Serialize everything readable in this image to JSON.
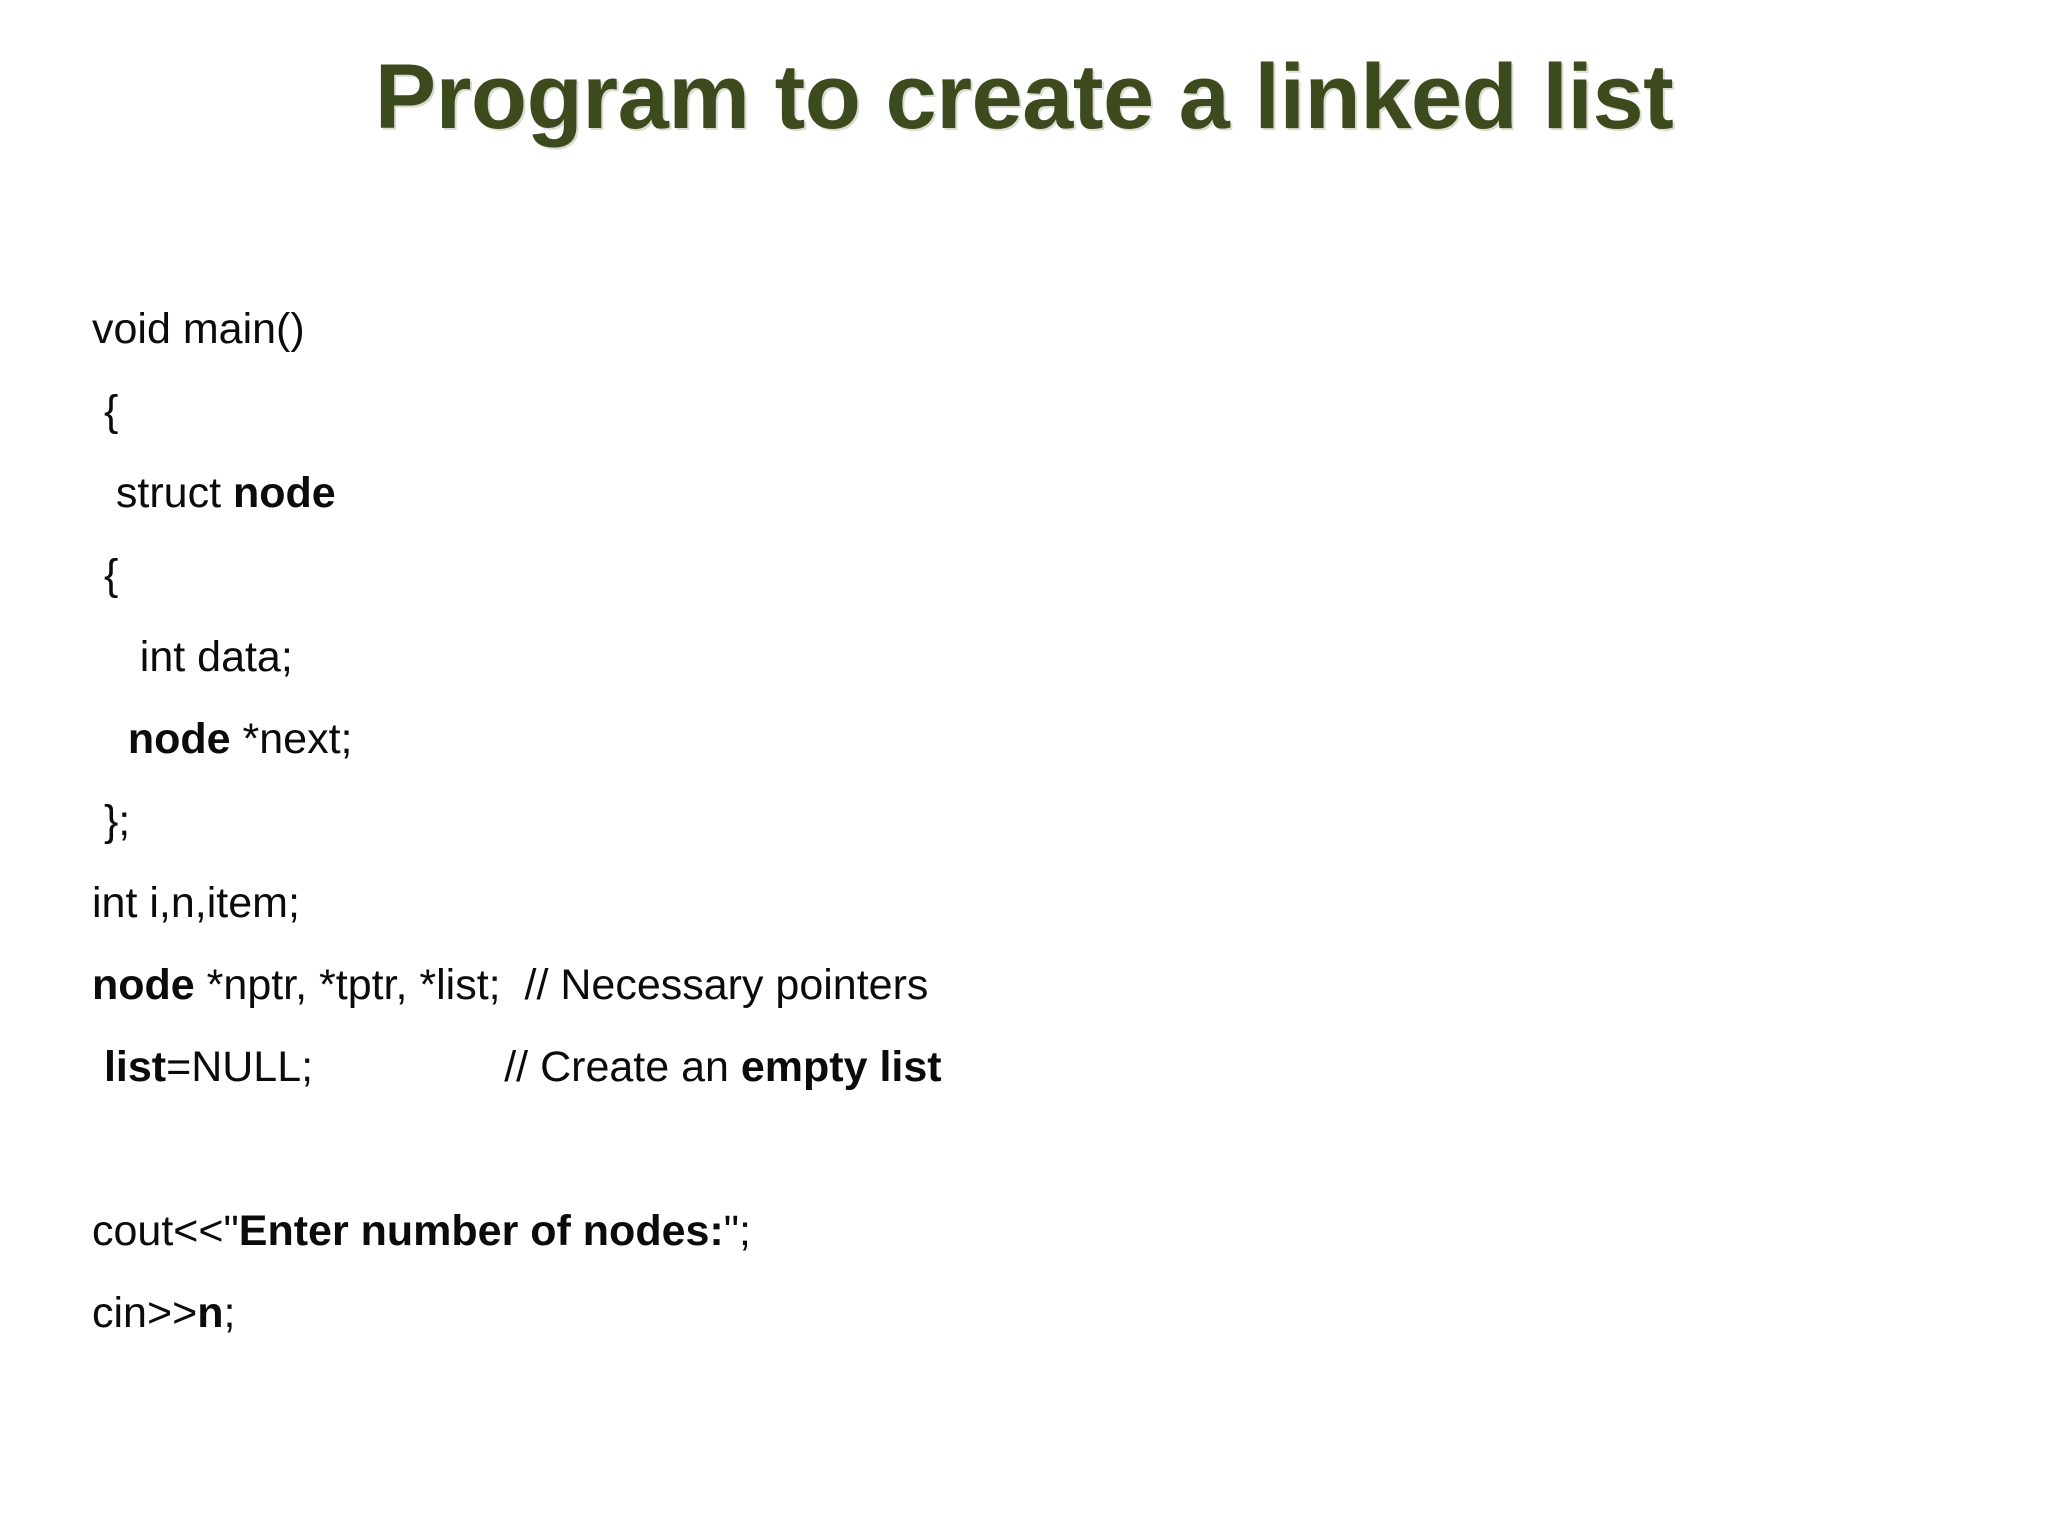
{
  "slide": {
    "title": "Program to create a linked list",
    "title_color": "#3d4a1e",
    "background_color": "#ffffff",
    "body_color": "#0b0b0b"
  },
  "code": {
    "language": "cpp",
    "lines": [
      {
        "id": "line-void-main",
        "text": "void main()",
        "indent": 0,
        "tokens": [
          {
            "text": "void main()",
            "bold": false
          }
        ]
      },
      {
        "id": "line-open-brace-outer",
        "text": " {",
        "indent": 0,
        "tokens": [
          {
            "text": " {",
            "bold": false
          }
        ]
      },
      {
        "id": "line-struct-node",
        "text": "  struct node",
        "indent": 0,
        "tokens": [
          {
            "text": "  struct ",
            "bold": false
          },
          {
            "text": "node",
            "bold": true
          }
        ]
      },
      {
        "id": "line-open-brace-inner",
        "text": " {",
        "indent": 0,
        "tokens": [
          {
            "text": " {",
            "bold": false
          }
        ]
      },
      {
        "id": "line-int-data",
        "text": "    int data;",
        "indent": 0,
        "tokens": [
          {
            "text": "    int data;",
            "bold": false
          }
        ]
      },
      {
        "id": "line-node-next",
        "text": "   node *next;",
        "indent": 0,
        "tokens": [
          {
            "text": "   ",
            "bold": false
          },
          {
            "text": "node",
            "bold": true
          },
          {
            "text": " *next;",
            "bold": false
          }
        ]
      },
      {
        "id": "line-close-brace-semicolon",
        "text": " };",
        "indent": 0,
        "tokens": [
          {
            "text": " };",
            "bold": false
          }
        ]
      },
      {
        "id": "line-int-i-n-item",
        "text": "int i,n,item;",
        "indent": 0,
        "tokens": [
          {
            "text": "int i,n,item;",
            "bold": false
          }
        ]
      },
      {
        "id": "line-node-pointers",
        "text": "node *nptr, *tptr, *list;  // Necessary pointers",
        "indent": 0,
        "tokens": [
          {
            "text": "node",
            "bold": true
          },
          {
            "text": " *nptr, *tptr, *list;  // Necessary pointers",
            "bold": false
          }
        ]
      },
      {
        "id": "line-list-null",
        "text": " list=NULL;                // Create an empty list",
        "indent": 0,
        "tokens": [
          {
            "text": " ",
            "bold": false
          },
          {
            "text": "list",
            "bold": true
          },
          {
            "text": "=NULL;                // Create an ",
            "bold": false
          },
          {
            "text": "empty list",
            "bold": true
          }
        ]
      },
      {
        "id": "line-blank",
        "text": "",
        "indent": 0,
        "tokens": []
      },
      {
        "id": "line-cout-prompt",
        "text": "cout<<\"Enter number of nodes:\";",
        "indent": 0,
        "tokens": [
          {
            "text": "cout<<\"",
            "bold": false
          },
          {
            "text": "Enter number of nodes:",
            "bold": true
          },
          {
            "text": "\";",
            "bold": false
          }
        ]
      },
      {
        "id": "line-cin-n",
        "text": "cin>>n;",
        "indent": 0,
        "tokens": [
          {
            "text": "cin>>",
            "bold": false
          },
          {
            "text": "n",
            "bold": true
          },
          {
            "text": ";",
            "bold": false
          }
        ]
      }
    ]
  }
}
